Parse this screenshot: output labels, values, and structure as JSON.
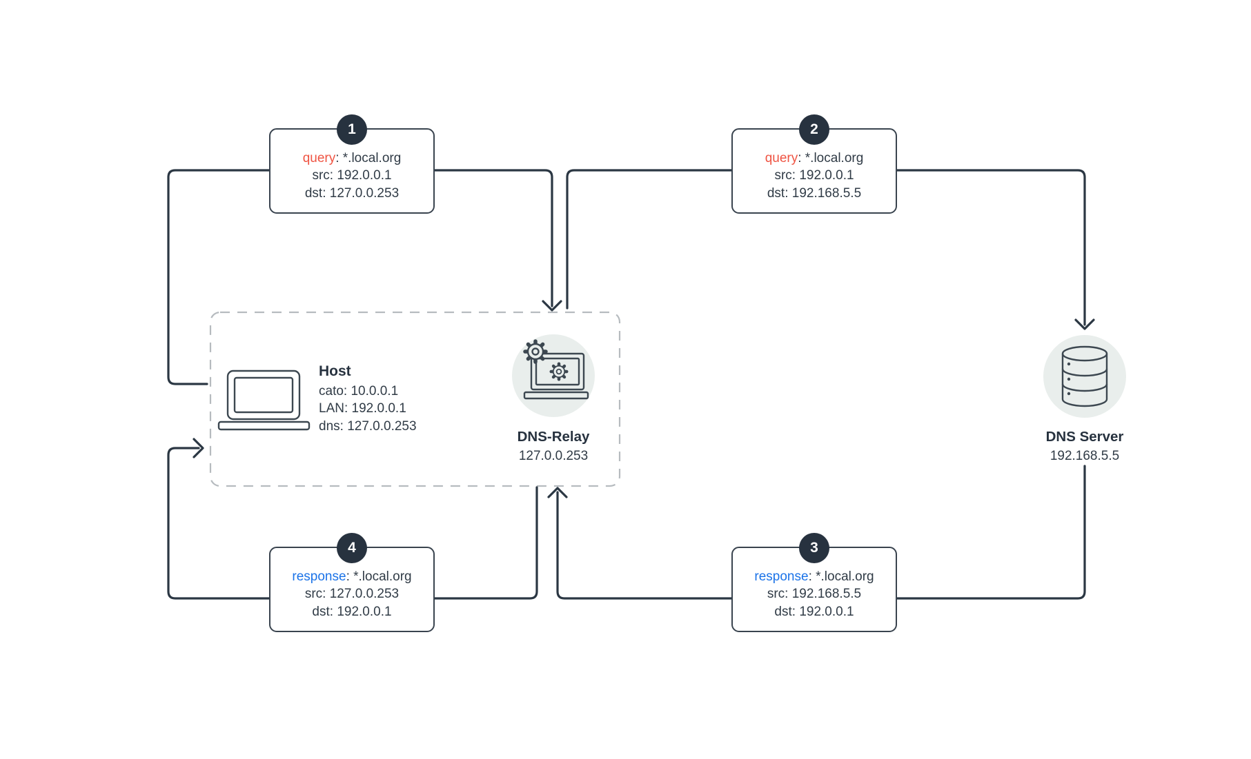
{
  "palette": {
    "ink_text": "#303b46",
    "line": "#2b3743",
    "box_border": "#39434e",
    "badge_bg": "#27323f",
    "badge_text": "#ffffff",
    "query_color": "#ef5443",
    "response_color": "#1b73e8",
    "node_circle_bg": "#e9eeec",
    "dashed_border": "#b6bbbf",
    "background": "#ffffff"
  },
  "messages": [
    {
      "number": "1",
      "keyword": "query",
      "rest": ": *.local.org",
      "src": "src: 192.0.0.1",
      "dst": "dst: 127.0.0.253"
    },
    {
      "number": "2",
      "keyword": "query",
      "rest": ": *.local.org",
      "src": "src: 192.0.0.1",
      "dst": "dst: 192.168.5.5"
    },
    {
      "number": "3",
      "keyword": "response",
      "rest": ": *.local.org",
      "src": "src: 192.168.5.5",
      "dst": "dst: 192.0.0.1"
    },
    {
      "number": "4",
      "keyword": "response",
      "rest": ": *.local.org",
      "src": "src: 127.0.0.253",
      "dst": "dst: 192.0.0.1"
    }
  ],
  "host": {
    "title": "Host",
    "lines": [
      "cato: 10.0.0.1",
      "LAN: 192.0.0.1",
      "dns: 127.0.0.253"
    ]
  },
  "dns_relay": {
    "title": "DNS-Relay",
    "ip": "127.0.0.253"
  },
  "dns_server": {
    "title": "DNS Server",
    "ip": "192.168.5.5"
  },
  "icons": {
    "host": "laptop-icon",
    "dns_relay": "gears-laptop-icon",
    "dns_server": "database-icon"
  }
}
